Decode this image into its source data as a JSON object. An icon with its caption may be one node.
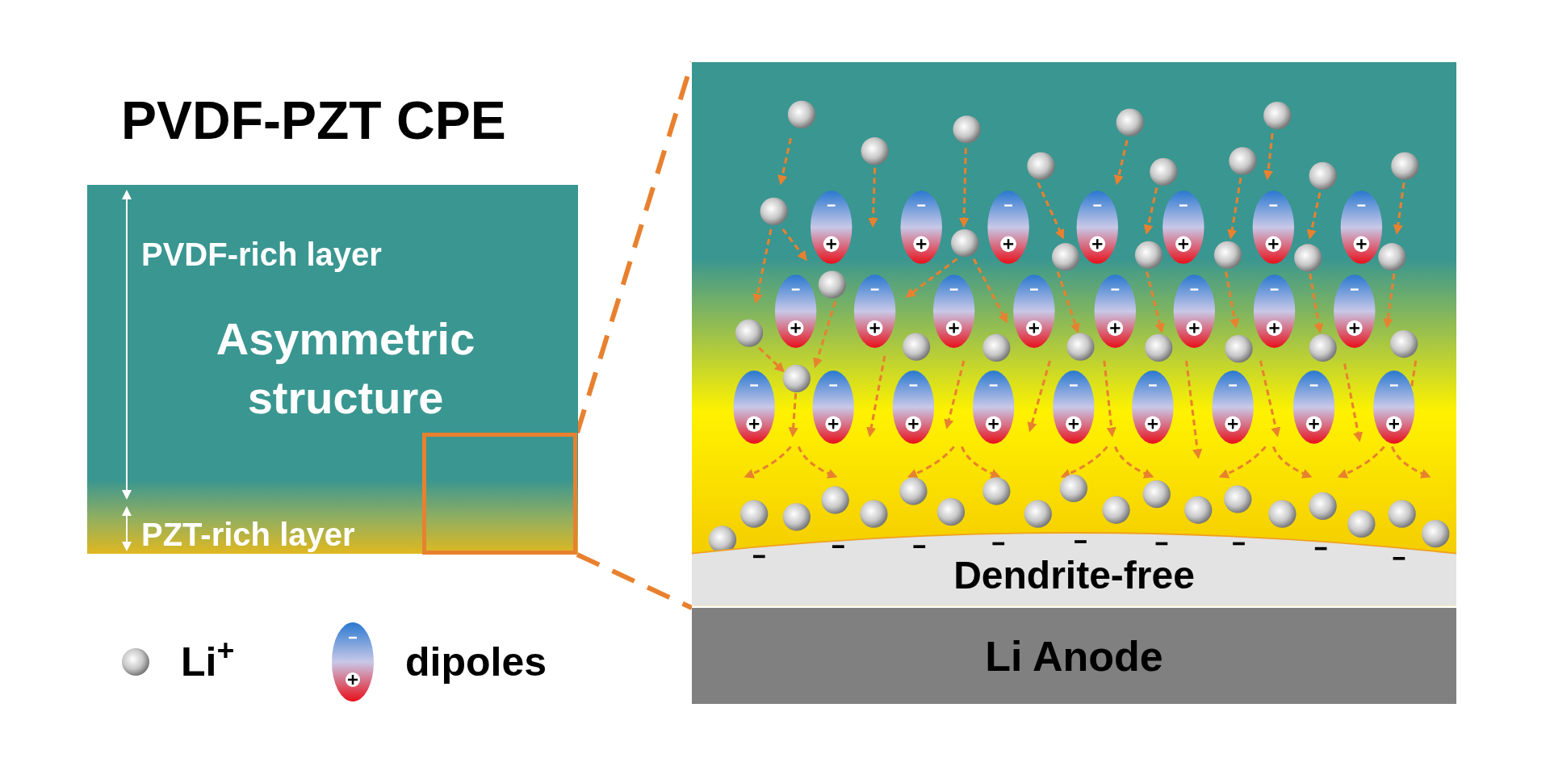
{
  "diagram": {
    "title": "PVDF-PZT CPE",
    "nodes": [
      {
        "text": [
          "PVDF-rich layer",
          "Asymmetric structure",
          "PZT-rich layer"
        ]
      },
      {
        "text": [],
        "shape": "box",
        "in": 0
      },
      {
        "text": [],
        "shape": "box"
      },
      {
        "text": [
          "Dendrite-free"
        ],
        "in": 2
      },
      {
        "text": [
          "Li Anode"
        ]
      }
    ],
    "edges": [
      {
        "from": 1,
        "to": 2,
        "arrow": "none",
        "style": "dashed"
      },
      {
        "from": 1,
        "to": 2,
        "arrow": "none",
        "style": "dashed"
      }
    ],
    "legend": [
      {
        "text": "Li$^{+}$"
      },
      {
        "text": "dipoles"
      }
    ]
  }
}
